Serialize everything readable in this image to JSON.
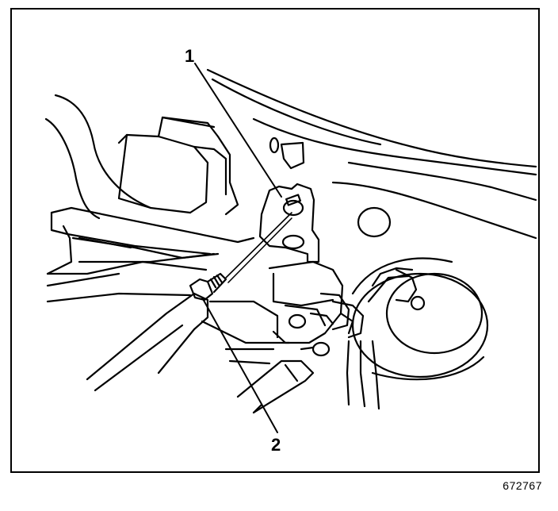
{
  "callouts": {
    "one": "1",
    "two": "2"
  },
  "figure_number": "672767",
  "colors": {
    "line": "#000000",
    "background": "#ffffff"
  }
}
